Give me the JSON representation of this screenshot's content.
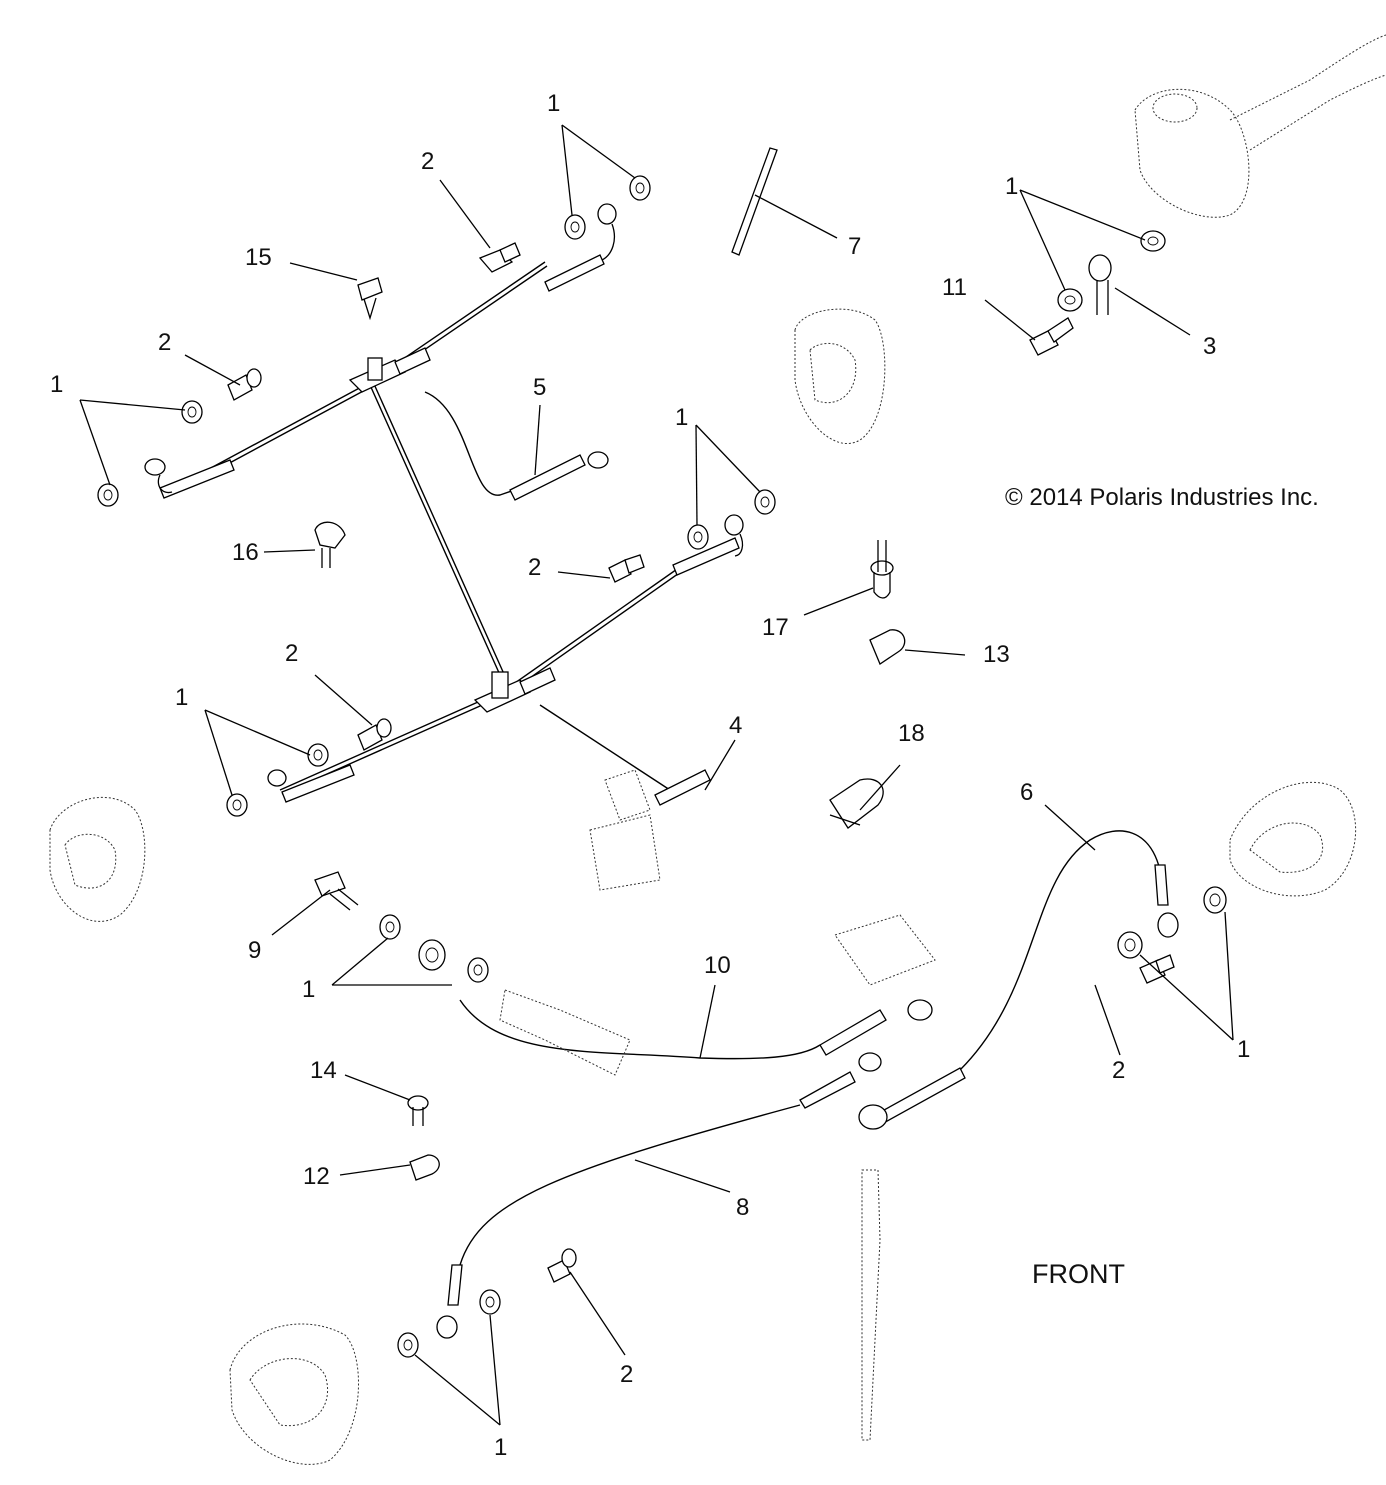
{
  "title": "",
  "copyright": "© 2014 Polaris Industries Inc.",
  "orientation_label": "FRONT",
  "callouts": [
    {
      "id": "c1a",
      "label": "1"
    },
    {
      "id": "c2a",
      "label": "2"
    },
    {
      "id": "c15",
      "label": "15"
    },
    {
      "id": "c7",
      "label": "7"
    },
    {
      "id": "c1b",
      "label": "1"
    },
    {
      "id": "c11",
      "label": "11"
    },
    {
      "id": "c3",
      "label": "3"
    },
    {
      "id": "c2b",
      "label": "2"
    },
    {
      "id": "c1c",
      "label": "1"
    },
    {
      "id": "c5",
      "label": "5"
    },
    {
      "id": "c1d",
      "label": "1"
    },
    {
      "id": "c16",
      "label": "16"
    },
    {
      "id": "c2c",
      "label": "2"
    },
    {
      "id": "c17",
      "label": "17"
    },
    {
      "id": "c13",
      "label": "13"
    },
    {
      "id": "c2d",
      "label": "2"
    },
    {
      "id": "c1e",
      "label": "1"
    },
    {
      "id": "c4",
      "label": "4"
    },
    {
      "id": "c18",
      "label": "18"
    },
    {
      "id": "c6",
      "label": "6"
    },
    {
      "id": "c9",
      "label": "9"
    },
    {
      "id": "c10",
      "label": "10"
    },
    {
      "id": "c1f",
      "label": "1"
    },
    {
      "id": "c2e",
      "label": "2"
    },
    {
      "id": "c1g",
      "label": "1"
    },
    {
      "id": "c14",
      "label": "14"
    },
    {
      "id": "c12",
      "label": "12"
    },
    {
      "id": "c8",
      "label": "8"
    },
    {
      "id": "c2f",
      "label": "2"
    },
    {
      "id": "c1h",
      "label": "1"
    }
  ]
}
